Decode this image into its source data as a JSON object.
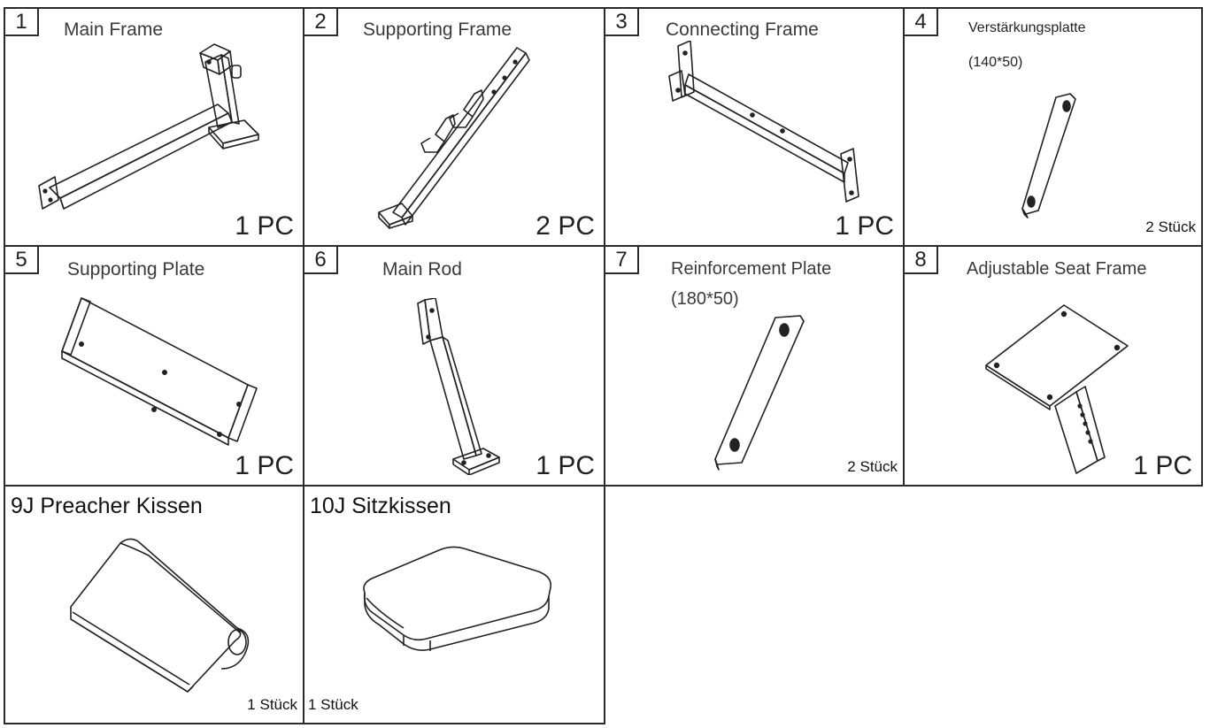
{
  "parts": [
    {
      "number": "1",
      "name": "Main Frame",
      "quantity": "1 PC",
      "icon": "main-frame-icon"
    },
    {
      "number": "2",
      "name": "Supporting Frame",
      "quantity": "2 PC",
      "icon": "supporting-frame-icon"
    },
    {
      "number": "3",
      "name": "Connecting Frame",
      "quantity": "1 PC",
      "icon": "connecting-frame-icon"
    },
    {
      "number": "4",
      "name": "Verstärkungsplatte",
      "dimensions": "(140*50)",
      "quantity": "2  Stück",
      "icon": "reinforcement-plate-small-icon"
    },
    {
      "number": "5",
      "name": "Supporting Plate",
      "quantity": "1 PC",
      "icon": "supporting-plate-icon"
    },
    {
      "number": "6",
      "name": "Main Rod",
      "quantity": "1 PC",
      "icon": "main-rod-icon"
    },
    {
      "number": "7",
      "name": "Reinforcement Plate",
      "dimensions": "(180*50)",
      "quantity": "2  Stück",
      "icon": "reinforcement-plate-large-icon"
    },
    {
      "number": "8",
      "name": "Adjustable Seat Frame",
      "quantity": "1 PC",
      "icon": "adjustable-seat-frame-icon"
    },
    {
      "label": "9J  Preacher  Kissen",
      "quantity": "1  Stück",
      "icon": "preacher-cushion-icon"
    },
    {
      "label": "10J  Sitzkissen",
      "quantity": "1  Stück",
      "icon": "seat-cushion-icon"
    }
  ]
}
